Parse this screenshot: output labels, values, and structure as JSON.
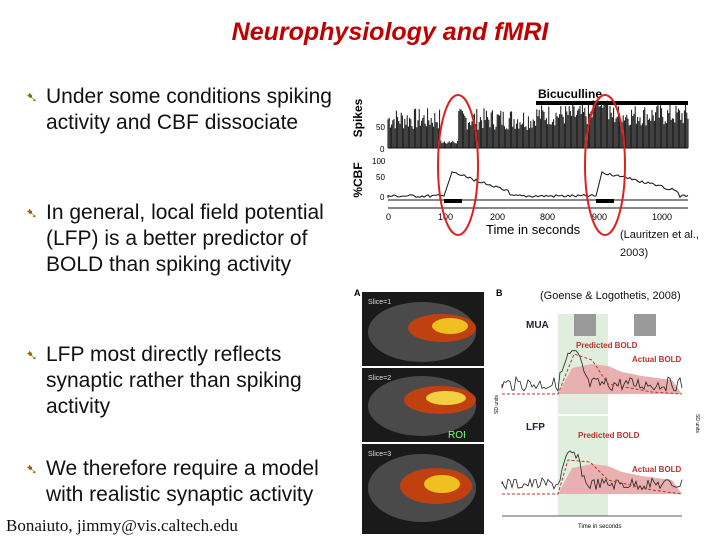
{
  "slide": {
    "title": "Neurophysiology and fMRI",
    "bullets": [
      "Under some conditions spiking activity and CBF dissociate",
      "In general, local field potential (LFP) is a better predictor of BOLD than spiking activity",
      "LFP most directly reflects synaptic rather than spiking activity",
      "We therefore require a model with realistic synaptic activity"
    ],
    "footer": "Bonaiuto, jimmy@vis.caltech.edu"
  },
  "top_figure": {
    "drug_label": "Bicuculline",
    "y_label_top": "Spikes",
    "y_label_bottom": "%CBF",
    "y_ticks_top": [
      "50",
      "0"
    ],
    "y_ticks_bottom": [
      "100",
      "50",
      "0"
    ],
    "x_ticks": [
      "0",
      "100",
      "200",
      "800",
      "900",
      "1000"
    ],
    "x_label": "Time in seconds",
    "citation": "(Lauritzen et al., 2003)"
  },
  "bottom_figure": {
    "citation": "(Goense & Logothetis, 2008)",
    "panel_a_label": "A",
    "panel_b_label": "B",
    "slices": [
      "Slice=1",
      "Slice=2",
      "Slice=3"
    ],
    "roi_label": "ROI",
    "mua_label": "MUA",
    "lfp_label": "LFP",
    "predicted_bold": "Predicted BOLD",
    "actual_bold": "Actual BOLD",
    "time_label": "Time in seconds",
    "y_axis_left": "SD units",
    "y_axis_right": "SD units"
  },
  "colors": {
    "title": "#c00000",
    "circle": "#e02020",
    "bullet_arrow": "#8a6a00"
  }
}
